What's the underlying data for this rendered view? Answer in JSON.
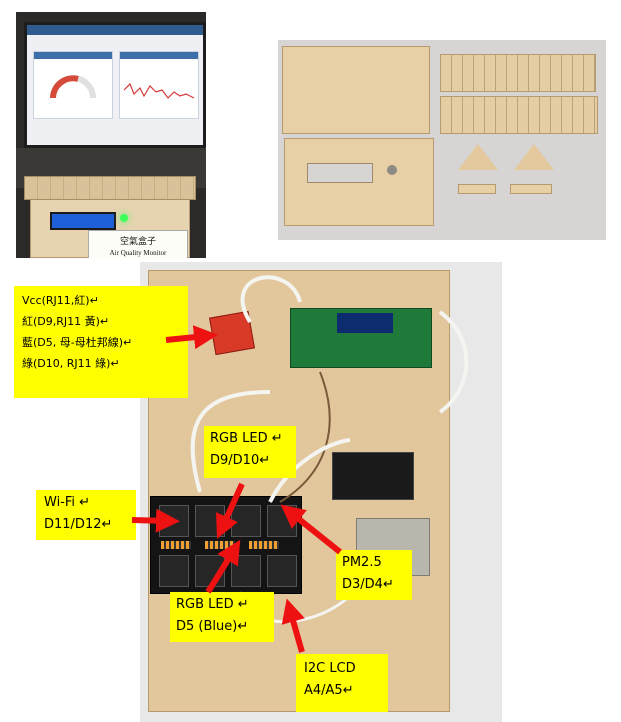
{
  "photos": {
    "monitor": {
      "box_label_zh": "空氣盒子",
      "box_label_en": "Air Quality Monitor"
    }
  },
  "annotations": {
    "vcc": {
      "lines": [
        "Vcc(RJ11,紅)↵",
        "紅(D9,RJ11 黃)↵",
        "藍(D5, 母-母杜邦線)↵",
        "綠(D10, RJ11 綠)↵"
      ]
    },
    "rgb_led_1": {
      "lines": [
        "RGB LED ↵",
        "D9/D10↵"
      ]
    },
    "wifi": {
      "lines": [
        "Wi-Fi ↵",
        "D11/D12↵"
      ]
    },
    "pm25": {
      "lines": [
        "PM2.5",
        "D3/D4↵"
      ]
    },
    "rgb_led_2": {
      "lines": [
        "RGB LED ↵",
        "D5 (Blue)↵"
      ]
    },
    "i2c_lcd": {
      "lines": [
        "I2C LCD",
        "A4/A5↵"
      ]
    }
  },
  "colors": {
    "label_bg": "#ffff00",
    "arrow": "#ee1111"
  }
}
